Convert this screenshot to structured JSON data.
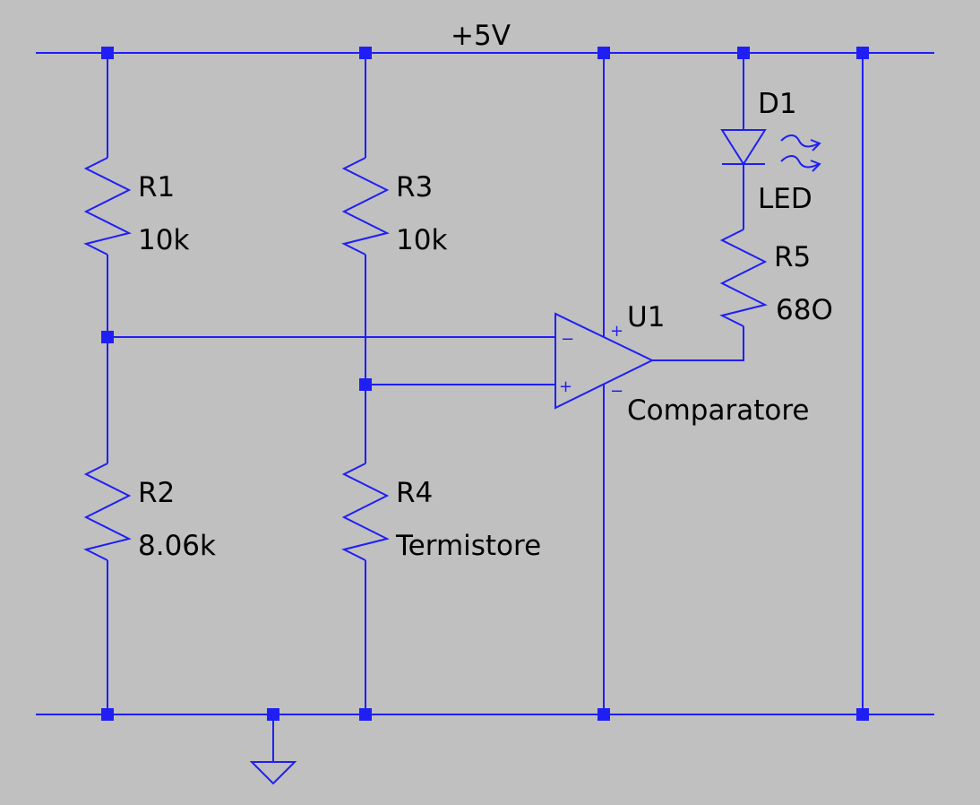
{
  "schematic": {
    "supply": "+5V",
    "colors": {
      "background": "#c0c0c0",
      "wire": "#1f1ff5",
      "text": "#000000"
    },
    "components": {
      "r1": {
        "ref": "R1",
        "value": "10k"
      },
      "r2": {
        "ref": "R2",
        "value": "8.06k"
      },
      "r3": {
        "ref": "R3",
        "value": "10k"
      },
      "r4": {
        "ref": "R4",
        "value": "Termistore"
      },
      "r5": {
        "ref": "R5",
        "value": "68O"
      },
      "d1": {
        "ref": "D1",
        "value": "LED"
      },
      "u1": {
        "ref": "U1",
        "value": "Comparatore"
      }
    },
    "opamp_pins": {
      "minus": "−",
      "plus": "+"
    }
  }
}
